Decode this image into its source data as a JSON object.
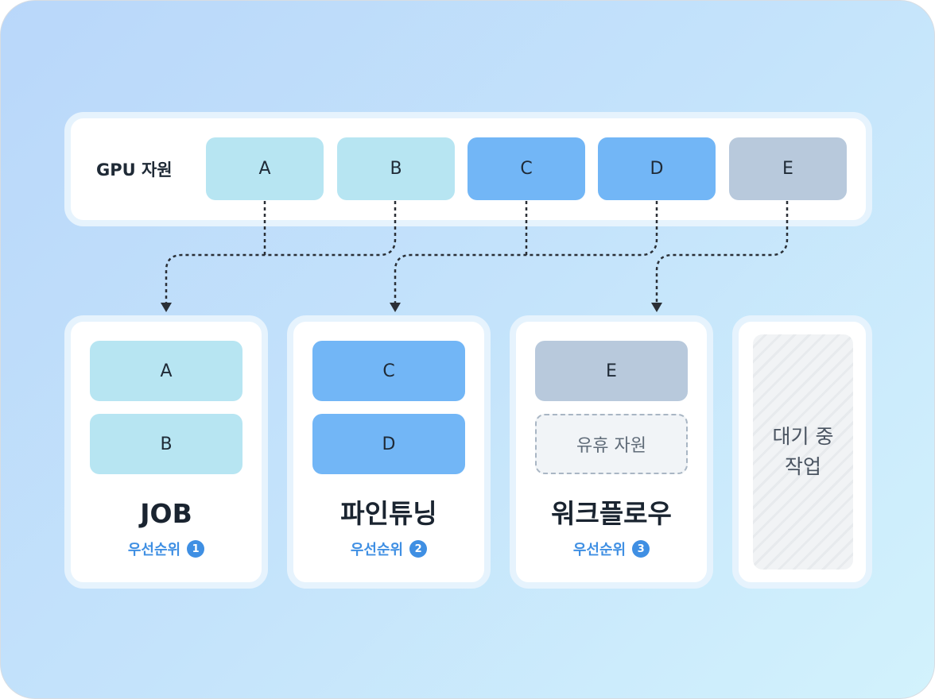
{
  "gpu": {
    "label": "GPU 자원",
    "resources": [
      "A",
      "B",
      "C",
      "D",
      "E"
    ]
  },
  "groups": [
    {
      "title": "JOB",
      "priority_label": "우선순위",
      "priority": "1",
      "items": [
        "A",
        "B"
      ]
    },
    {
      "title": "파인튜닝",
      "priority_label": "우선순위",
      "priority": "2",
      "items": [
        "C",
        "D"
      ]
    },
    {
      "title": "워크플로우",
      "priority_label": "우선순위",
      "priority": "3",
      "items": [
        "E"
      ],
      "idle_label": "유휴 자원"
    }
  ],
  "waiting": {
    "label": "대기 중\n작업"
  },
  "colors": {
    "accent": "#3f8fe3",
    "resource_ab": "#b7e5f2",
    "resource_cd": "#72b6f6",
    "resource_e": "#b8c9dc"
  }
}
